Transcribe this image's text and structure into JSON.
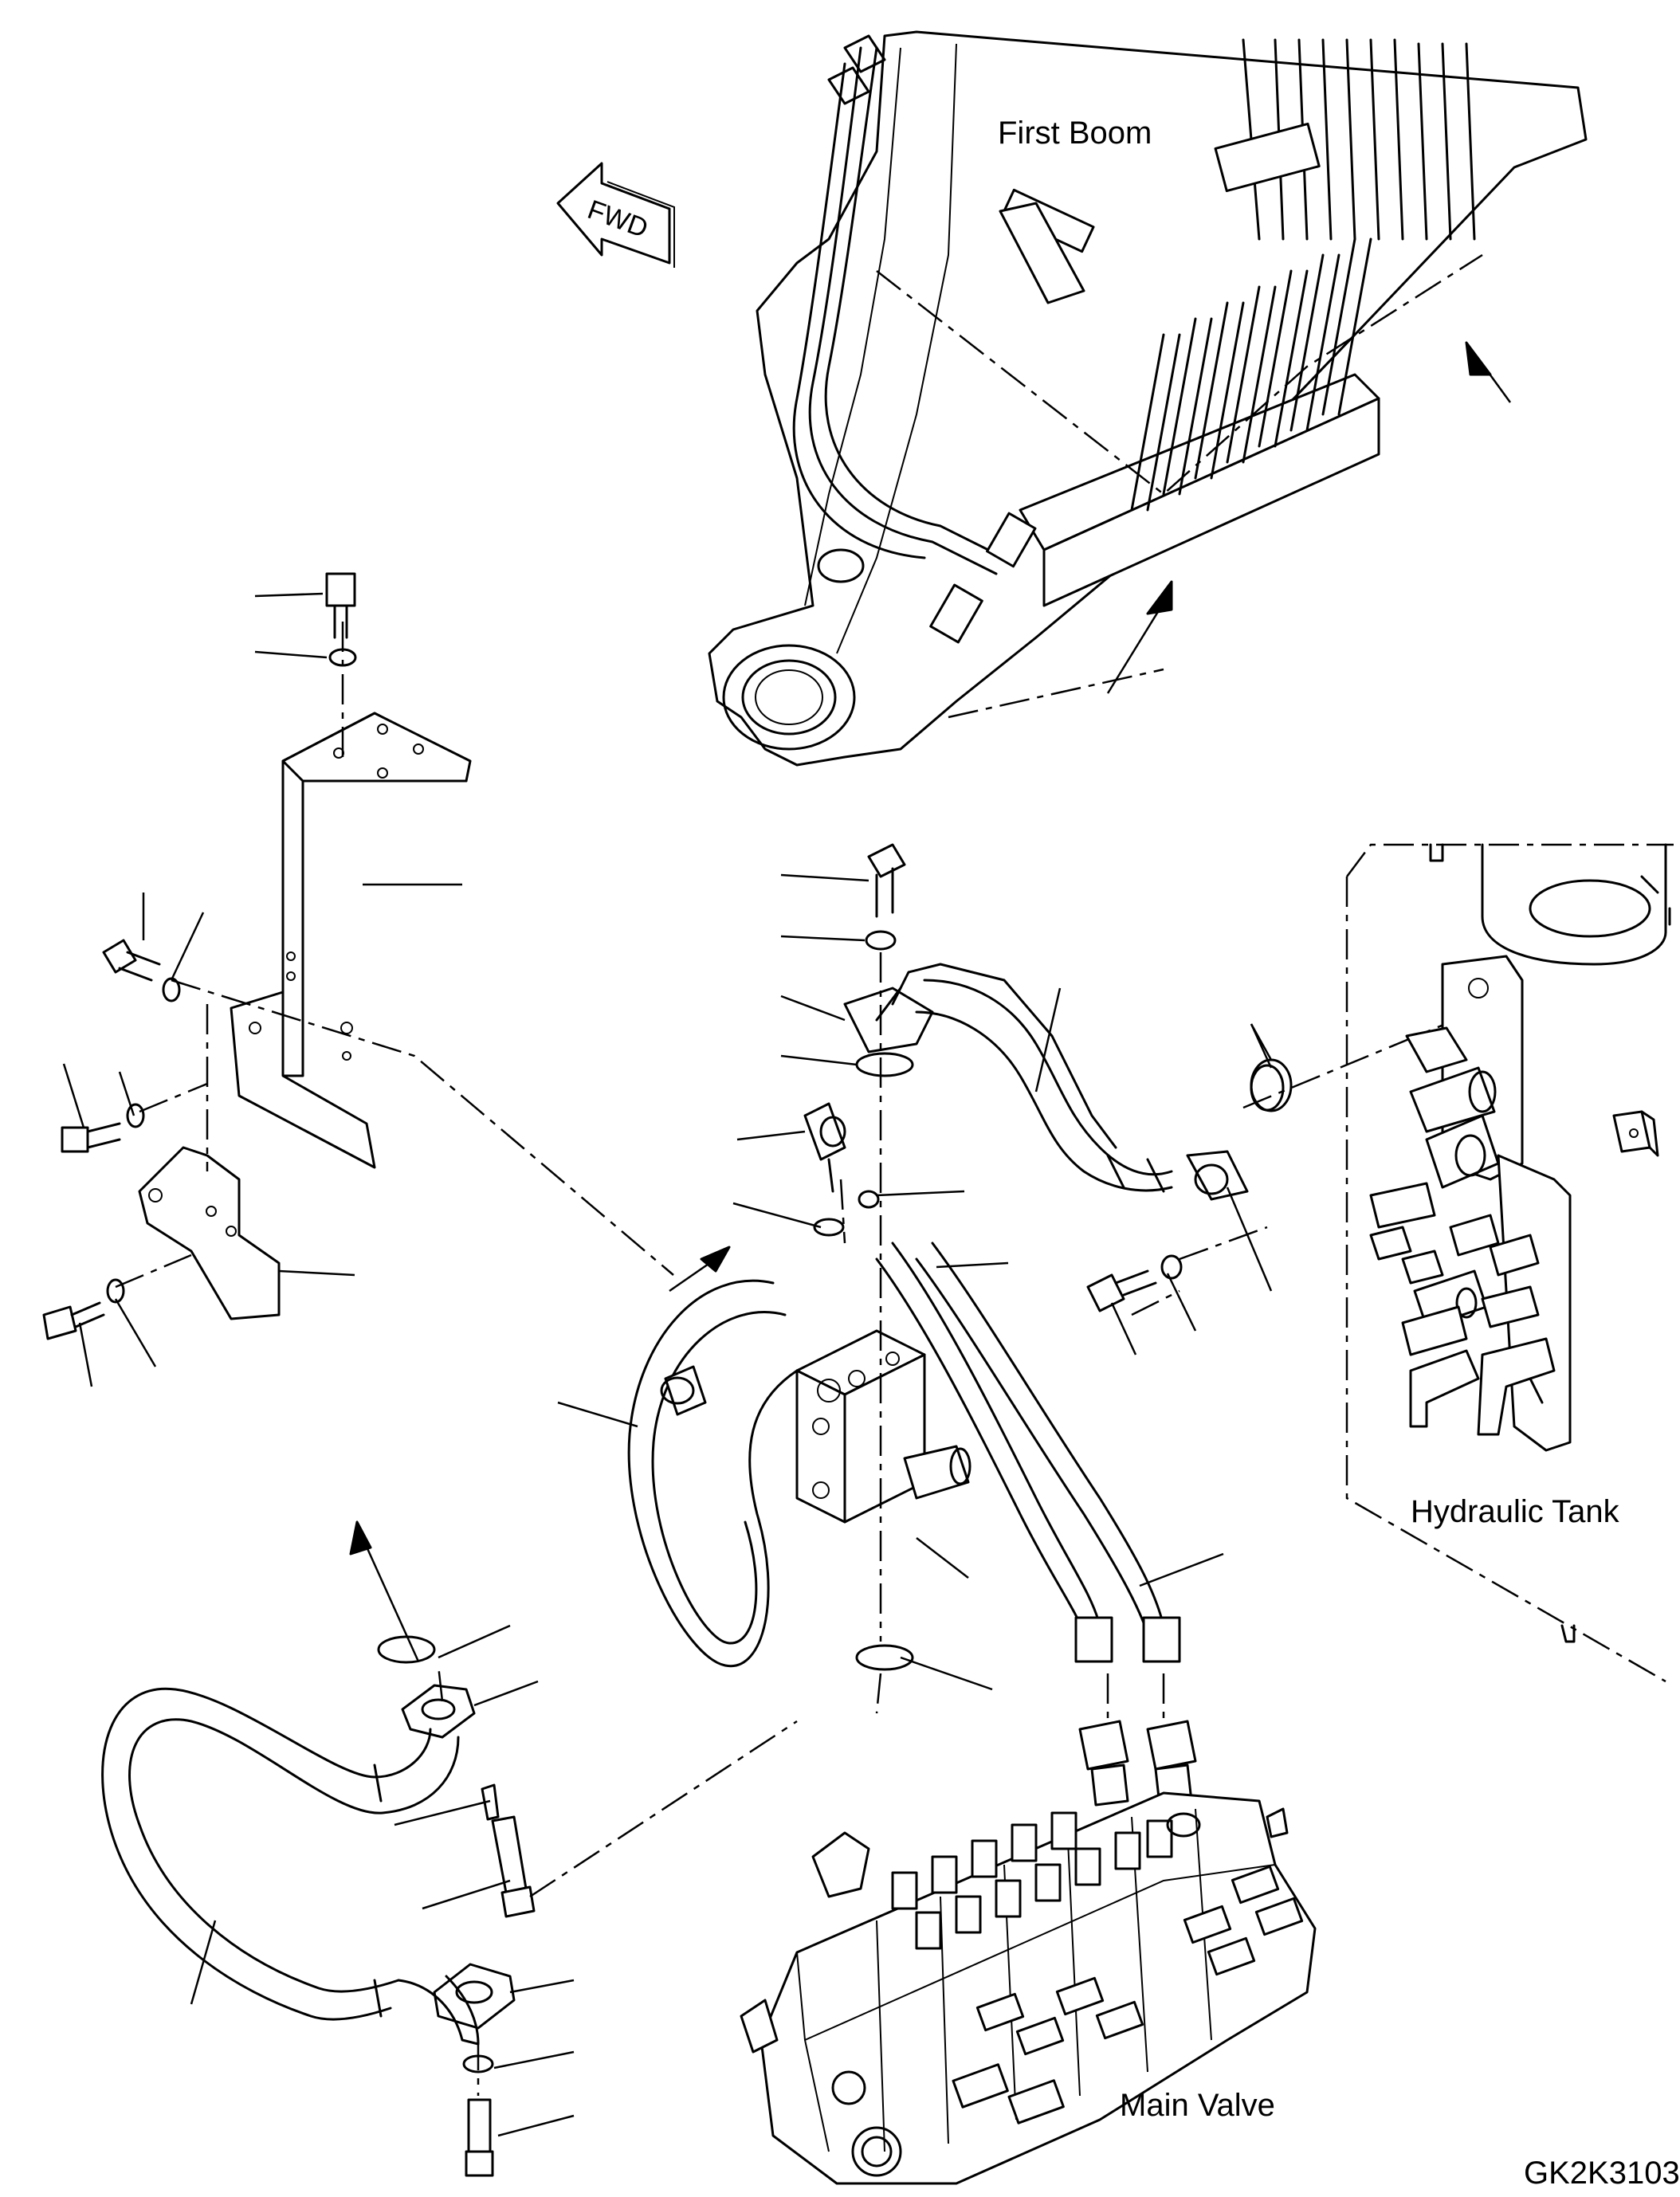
{
  "labels": {
    "first_boom": "First Boom",
    "hydraulic_tank": "Hydraulic Tank",
    "main_valve": "Main Valve",
    "drawing_code": "GK2K3103",
    "fwd": "FWD"
  }
}
